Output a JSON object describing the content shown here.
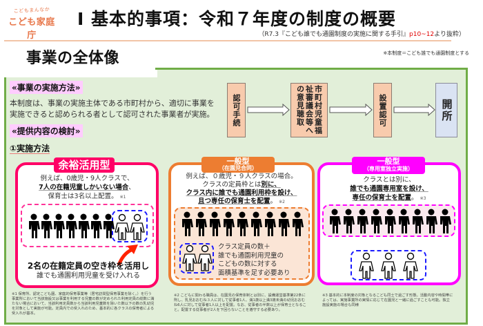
{
  "header": {
    "logo_small": "こどもまんなか",
    "logo_main": "こども家庭庁",
    "title": "Ⅰ 基本的事項：令和７年度の制度の概要",
    "source_prefix": "（R7.3『こども誰でも通園制度の実施に関する手引』",
    "source_pages": "p10~12",
    "source_suffix": "より抜粋）"
  },
  "section": {
    "title": "事業の全体像",
    "definition_note": "※本制度＝こども誰でも通園制度とする"
  },
  "implementation": {
    "heading": "«事業の実施方法»",
    "body": "本制度は、事業の実施主体である市町村から、適切に事業を実施できると認められる者として認可された事業者が実施。",
    "content_heading": "«提供内容の検討»",
    "method_heading": "①実施方法"
  },
  "flow": {
    "steps": [
      {
        "label": "認可手続"
      },
      {
        "label": "市町村児童福祉審議会等への意見聴取"
      },
      {
        "label": "設置認可"
      },
      {
        "label": "開所"
      }
    ],
    "colors": {
      "step": "#f8cbad",
      "final": "#dae3f3"
    }
  },
  "panels": [
    {
      "badge": "余裕活用型",
      "line1": "例えば、0歳児・9人クラスで、",
      "emphasis": "7人の在籍児童しかいない場合",
      "line3_suffix": "、",
      "line4": "保育士は3名以上配置。",
      "note_ref": "※1",
      "enrolled_children": 7,
      "vacant_slots": 2,
      "bottom_bold": "2名の在籍定員の空き枠を活用し",
      "bottom_normal": "誰でも通園利用児童を受け入れる",
      "footnote": "※1 保育所、認定こども園、家庭的保育事業等（居宅訪問型保育事業を除く。）を行う事業所において当該施設又は事業を利用する児童の数が定められた利用定員の総数に満たない場合において、当該利用定員数から当該利用児童数を除いた数以下の数の乳幼児を対象として実施が可能。定員内での受入れのため、基本的に各クラスの保育者による受入れが基本。",
      "color": "#ff0066"
    },
    {
      "badge": "一般型",
      "badge_sub": "（在園児合同）",
      "line1": "例えば、０歳児・９人クラスの場合。",
      "line2_prefix": "クラスの定員枠とは",
      "line2_emph": "別に、",
      "emphasis": "クラス内に誰でも通園利用枠を設け、",
      "emphasis2": "且つ専任の保育士を配置",
      "line_suffix": "。",
      "note_ref": "※2",
      "enrolled_children": 9,
      "extra_children": 2,
      "side_note": [
        "クラス定員の数＋",
        "誰でも通園利用児童の",
        "こどもの数に対する",
        "面積基準を足す必要あり"
      ],
      "footnote": "※2 こどもに関わる職員は、在園児の保育体制とは別に、設備運営基準第22条に則し、乳児おおむね３人に対して従事者1人、満1歳以上満3歳未満の幼児おおむね6人に対して従事者1人以上を配置。なお、従事者の半数以上が保育士となること。配置する従事者が2人を下回らないことを遵守する必要あり。",
      "color": "#ed7d31"
    },
    {
      "badge": "一般型",
      "badge_sub": "（専用室独立実施）",
      "line1": "クラスとは別に、",
      "emphasis": "誰でも通園専用室を設け、",
      "emphasis2": "専任の保育士を配置",
      "line_suffix": "。",
      "note_ref": "※3",
      "enrolled_children": 9,
      "extra_children": 3,
      "footnote": "※3 基本的に本制度の対象となるこども同士で過ごす形態。活動内容や時間帯によっては、実施事業所の実情に応じて在園児と一緒に過ごすことも可能。独立施設実施の場合も同様",
      "color": "#ff00ff"
    }
  ],
  "colors": {
    "frame_green": "#70ad47",
    "frame_bg": "#e2efd9",
    "heading_highlight": "#ffccff",
    "accent_red": "#e00000"
  }
}
